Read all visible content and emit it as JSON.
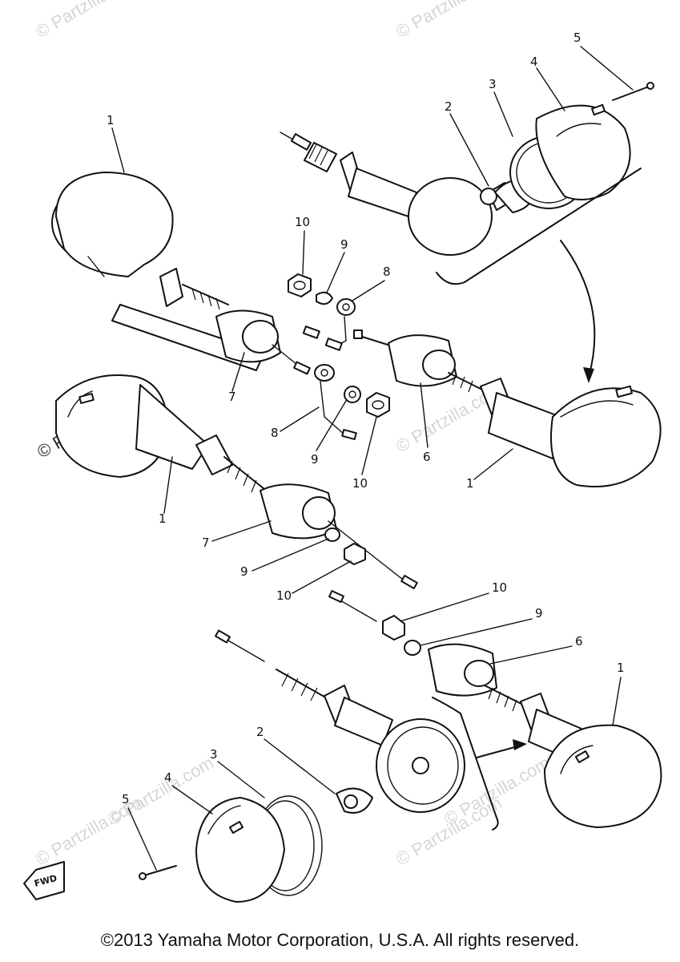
{
  "watermark": "© Partzilla.com",
  "copyright": "©2013 Yamaha Motor Corporation, U.S.A. All rights reserved.",
  "fwd_label": "FWD",
  "callouts": [
    "1",
    "2",
    "3",
    "4",
    "5",
    "6",
    "7",
    "8",
    "9",
    "10"
  ]
}
